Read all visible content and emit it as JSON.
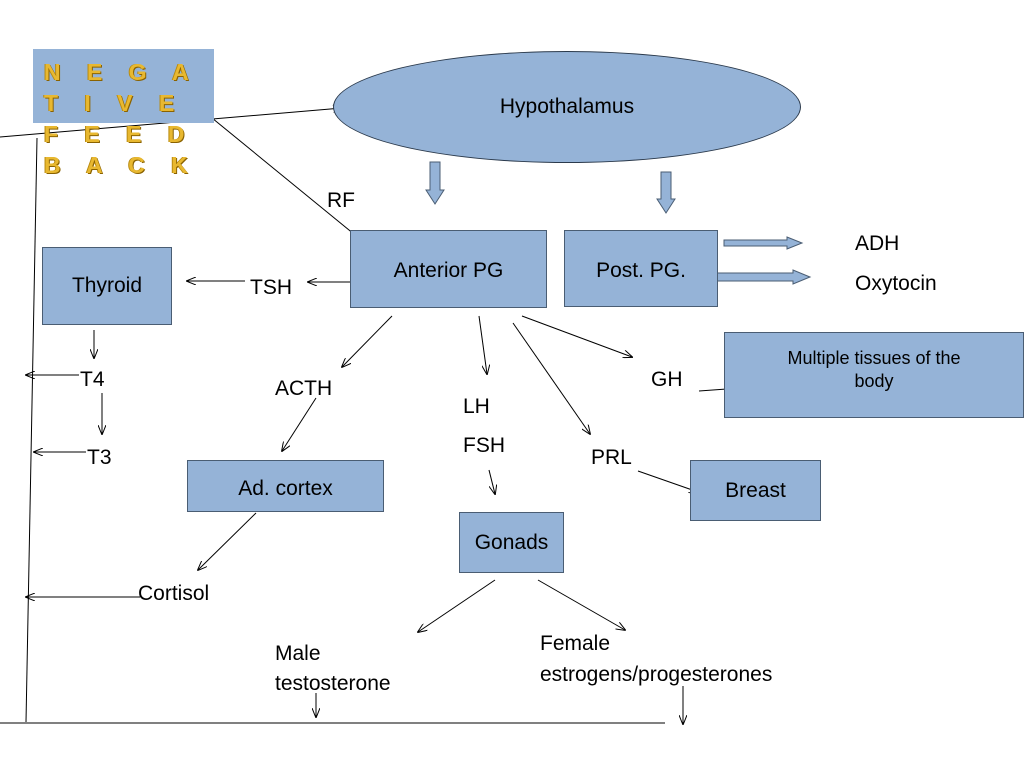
{
  "title_banner": {
    "text": "N E G A T I V E F E E D B A C K"
  },
  "nodes": {
    "hypothalamus": "Hypothalamus",
    "anterior_pg": "Anterior PG",
    "post_pg": "Post. PG.",
    "thyroid": "Thyroid",
    "ad_cortex": "Ad. cortex",
    "gonads": "Gonads",
    "breast": "Breast",
    "multiple_tissues": "Multiple tissues of the body"
  },
  "labels": {
    "rf": "RF",
    "adh": "ADH",
    "oxytocin": "Oxytocin",
    "tsh": "TSH",
    "t4": "T4",
    "t3": "T3",
    "acth": "ACTH",
    "lh": "LH",
    "fsh": "FSH",
    "prl": "PRL",
    "gh": "GH",
    "cortisol": "Cortisol",
    "male": "Male",
    "testosterone": "testosterone",
    "female": "Female",
    "estrogens": "estrogens/progesterones"
  },
  "colors": {
    "box_fill": "#95b3d7",
    "banner_text": "#e8b830"
  }
}
